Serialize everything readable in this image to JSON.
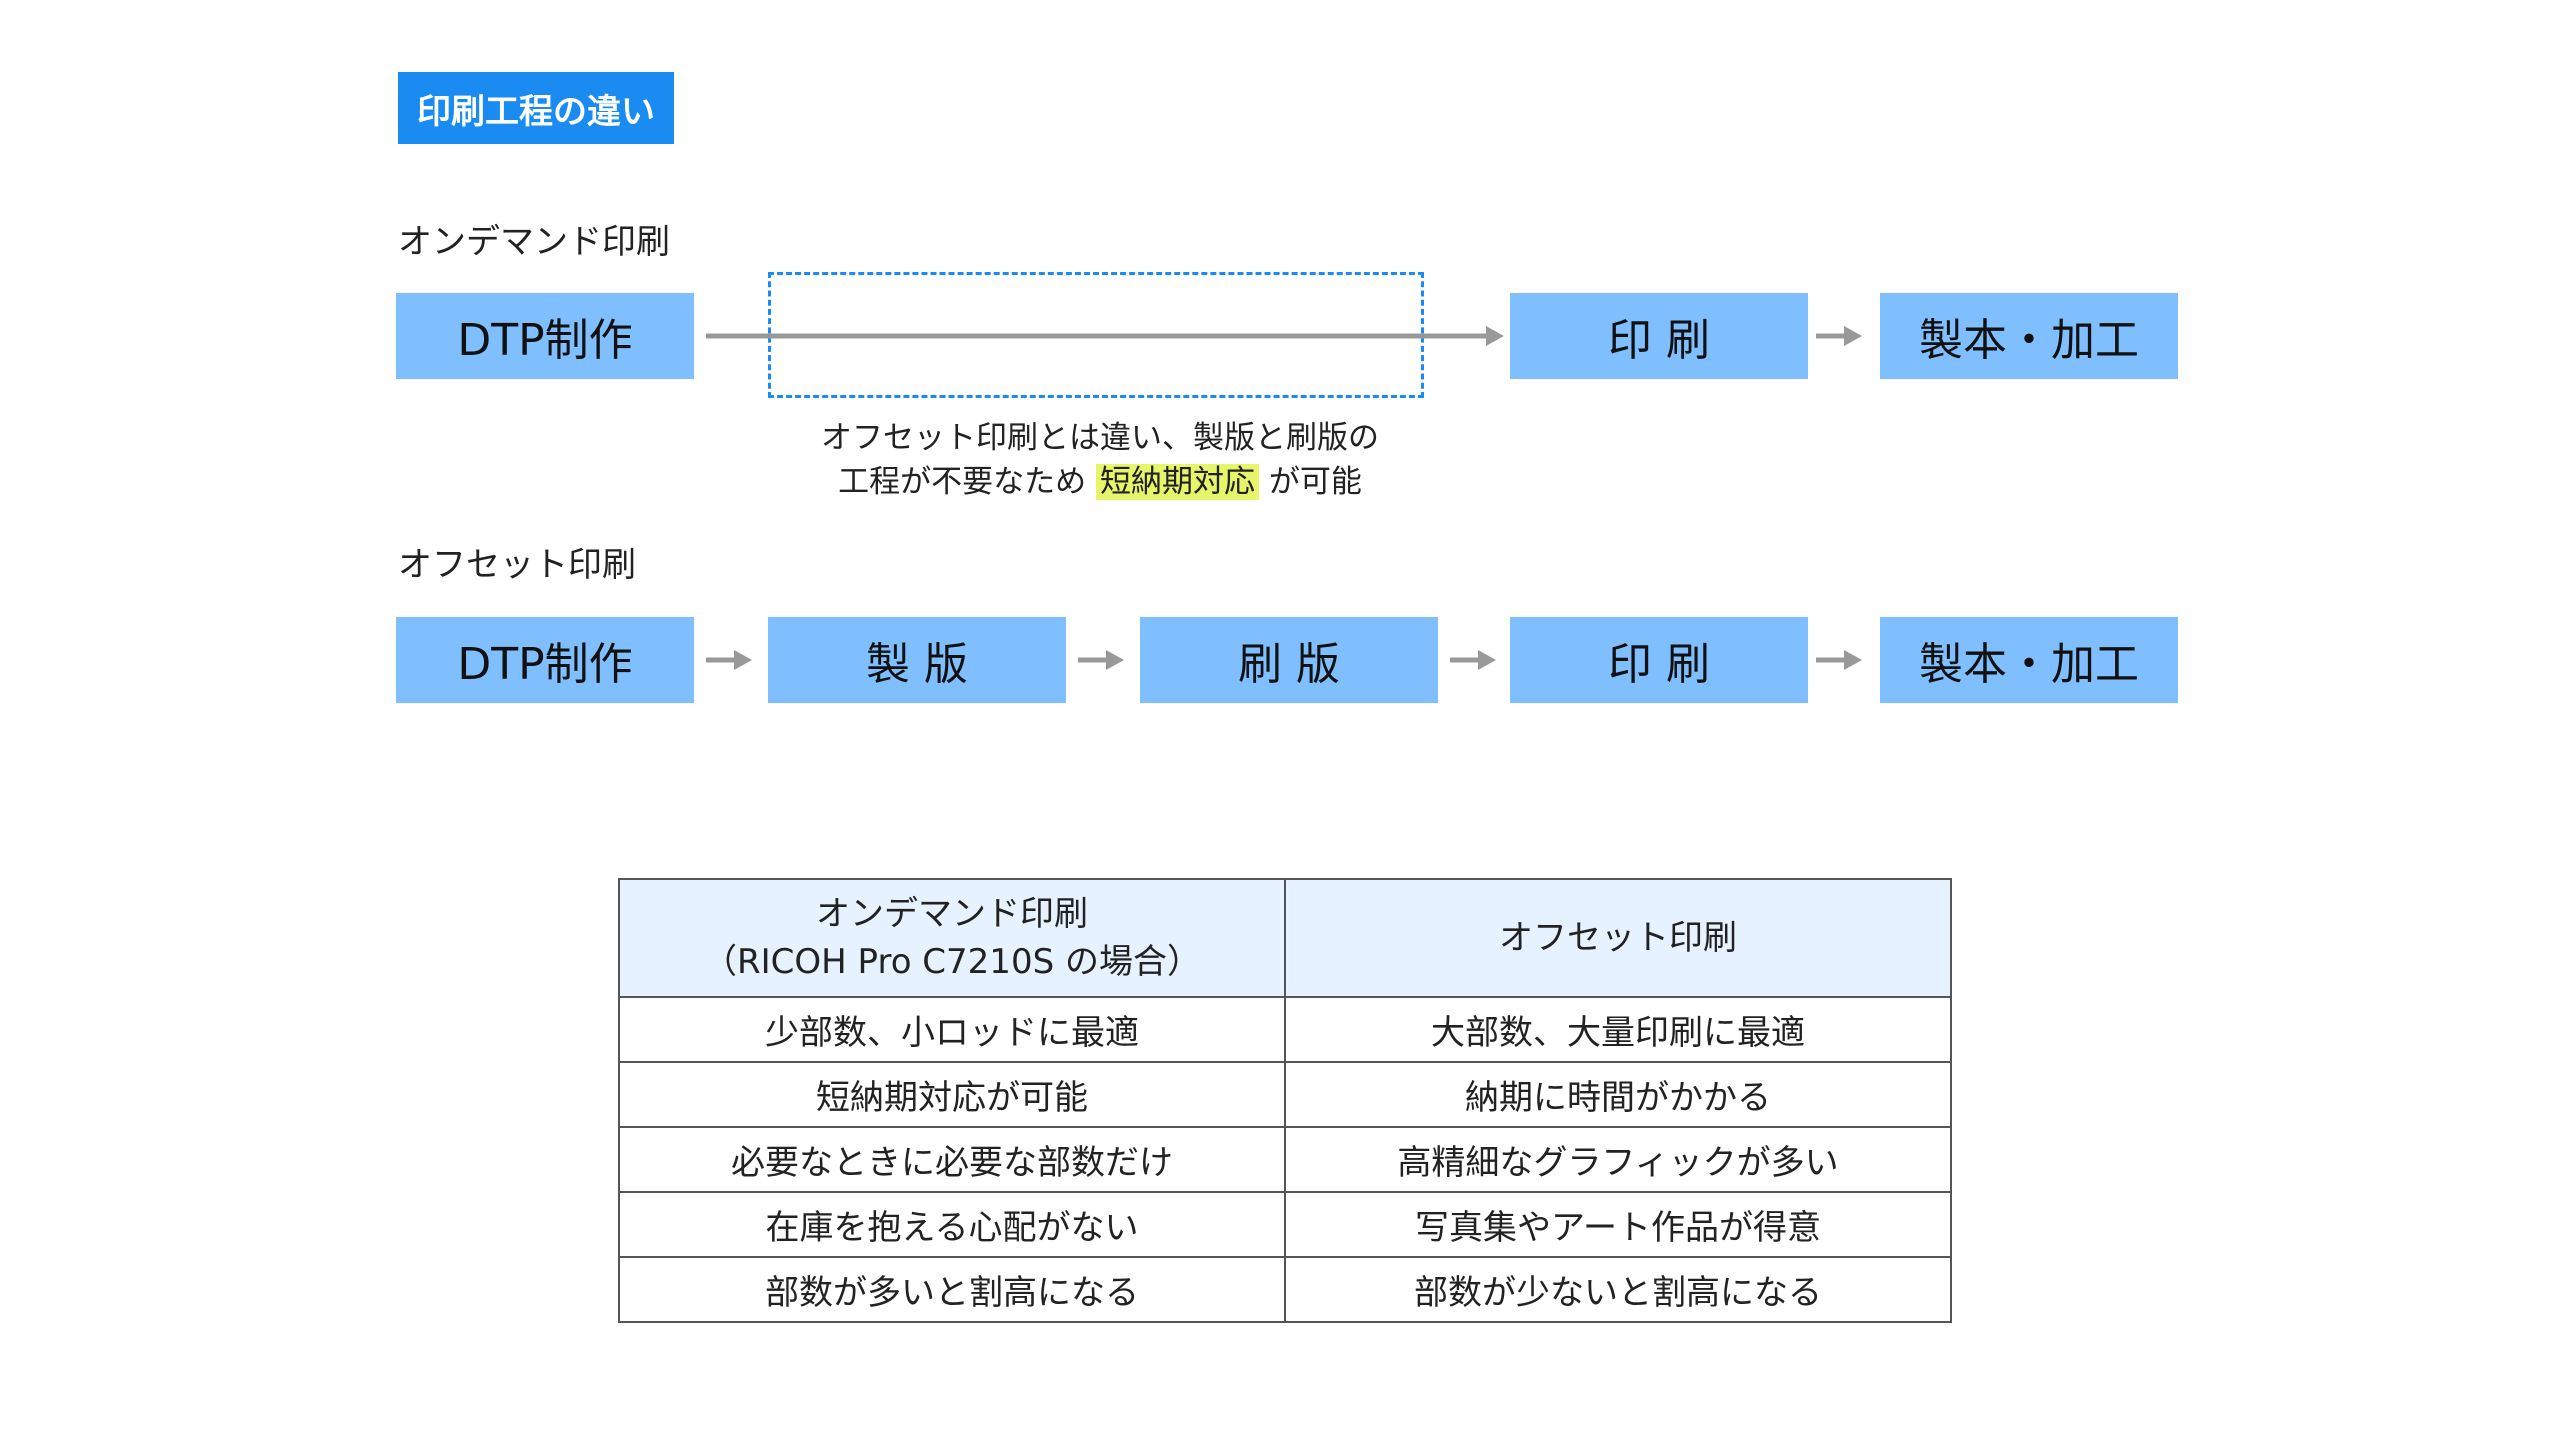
{
  "title": "印刷工程の違い",
  "on_demand": {
    "label": "オンデマンド印刷",
    "steps": [
      "DTP制作",
      "印 刷",
      "製本・加工"
    ],
    "note_line1": "オフセット印刷とは違い、製版と刷版の",
    "note_line2_pre": "工程が不要なため ",
    "note_highlight": "短納期対応",
    "note_line2_post": " が可能"
  },
  "offset": {
    "label": "オフセット印刷",
    "steps": [
      "DTP制作",
      "製 版",
      "刷 版",
      "印 刷",
      "製本・加工"
    ]
  },
  "table": {
    "header_left_line1": "オンデマンド印刷",
    "header_left_line2": "（RICOH Pro C7210S の場合）",
    "header_right": "オフセット印刷",
    "rows": [
      [
        "少部数、小ロッドに最適",
        "大部数、大量印刷に最適"
      ],
      [
        "短納期対応が可能",
        "納期に時間がかかる"
      ],
      [
        "必要なときに必要な部数だけ",
        "高精細なグラフィックが多い"
      ],
      [
        "在庫を抱える心配がない",
        "写真集やアート作品が得意"
      ],
      [
        "部数が多いと割高になる",
        "部数が少ないと割高になる"
      ]
    ]
  },
  "colors": {
    "accent": "#1a8bf0",
    "step_fill": "#80bfff",
    "arrow": "#999999",
    "highlight": "#e6f56a",
    "table_header": "#e6f2ff"
  }
}
